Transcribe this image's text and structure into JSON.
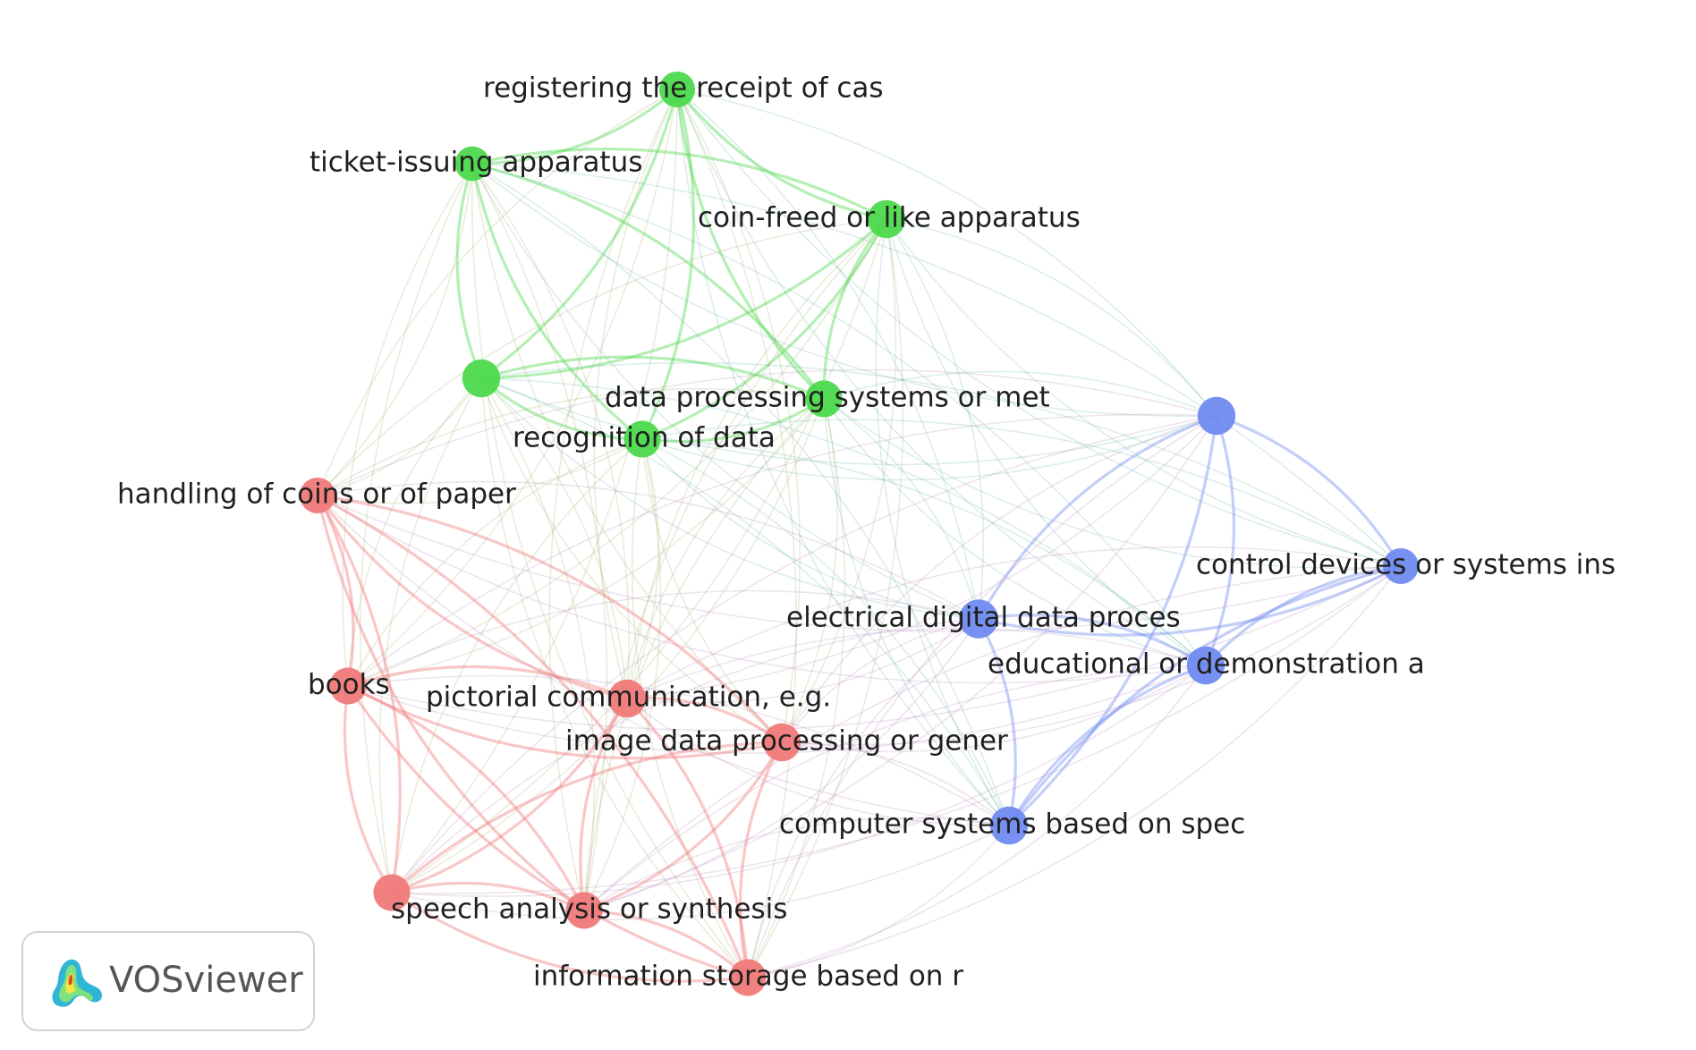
{
  "app": {
    "logo_text": "VOSviewer"
  },
  "clusters": {
    "red": "#f07a7a",
    "green": "#4cd94c",
    "blue": "#6f8bf0"
  },
  "network": {
    "nodes": [
      {
        "id": "registering",
        "label": "registering the receipt of cas",
        "cluster": "green",
        "weight": 0.5
      },
      {
        "id": "ticket",
        "label": "ticket-issuing apparatus",
        "cluster": "green",
        "weight": 0.45
      },
      {
        "id": "coin_freed",
        "label": "coin-freed or like apparatus",
        "cluster": "green",
        "weight": 0.6
      },
      {
        "id": "green_unlabeled",
        "label": "",
        "cluster": "green",
        "weight": 0.6
      },
      {
        "id": "data_processing",
        "label": "data processing systems or met",
        "cluster": "green",
        "weight": 0.55
      },
      {
        "id": "recognition",
        "label": "recognition of data",
        "cluster": "green",
        "weight": 0.55
      },
      {
        "id": "handling_coins",
        "label": "handling of coins or of paper",
        "cluster": "red",
        "weight": 0.5
      },
      {
        "id": "blue_unlabeled",
        "label": "",
        "cluster": "blue",
        "weight": 0.6
      },
      {
        "id": "control_devices",
        "label": "control devices or systems ins",
        "cluster": "blue",
        "weight": 0.5
      },
      {
        "id": "electrical_digital",
        "label": "electrical digital data proces",
        "cluster": "blue",
        "weight": 0.65
      },
      {
        "id": "educational",
        "label": "educational or demonstration a",
        "cluster": "blue",
        "weight": 0.6
      },
      {
        "id": "books",
        "label": "books",
        "cluster": "red",
        "weight": 0.55
      },
      {
        "id": "pictorial",
        "label": "pictorial communication, e.g.",
        "cluster": "red",
        "weight": 0.6
      },
      {
        "id": "image_data",
        "label": "image data processing or gener",
        "cluster": "red",
        "weight": 0.6
      },
      {
        "id": "computer_systems",
        "label": "computer systems based on spec",
        "cluster": "blue",
        "weight": 0.6
      },
      {
        "id": "red_unlabeled",
        "label": "",
        "cluster": "red",
        "weight": 0.55
      },
      {
        "id": "speech",
        "label": "speech analysis or synthesis",
        "cluster": "red",
        "weight": 0.55
      },
      {
        "id": "information_storage",
        "label": "information storage based on r",
        "cluster": "red",
        "weight": 0.55
      }
    ]
  }
}
